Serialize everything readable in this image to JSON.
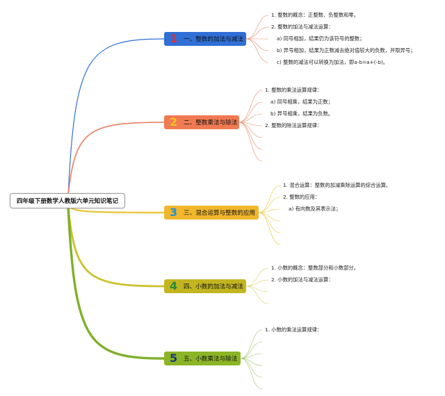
{
  "root": {
    "title": "四年级下册数学人教版六单元知识笔记"
  },
  "colors": {
    "b1": "#2f6fd6",
    "b2": "#f07a52",
    "b3": "#f0b62c",
    "b4": "#c2b520",
    "b5": "#8cb526",
    "w1": "#2f6fd6",
    "w2": "#e8896a",
    "w3": "#e8c83c",
    "w4": "#c9c22a",
    "w5": "#7fb02a",
    "t1": "#e8896a",
    "t2": "#e8896a",
    "t3": "#e8c83c",
    "t4": "#d8d060",
    "t5": "#9cc36a"
  },
  "branches": [
    {
      "number": "1",
      "title": "一、整数的加法与减法",
      "notes": [
        "1. 整数的概念：正整数、负整数和零。",
        "2. 整数的加法与减法运算：",
        "a) 同号相加，结果仍为该符号的整数；",
        "b) 异号相加，结果为正数减去绝对值较大的负数，并取异号；",
        "c) 整数的减法可以转换为加法，即a-b=a+(-b)。"
      ]
    },
    {
      "number": "2",
      "title": "二、整数乘法与除法",
      "notes": [
        "1. 整数的乘法运算规律：",
        "a) 同号相乘，结果为正数；",
        "b) 异号相乘，结果为负数。",
        "2. 整数的除法运算规律："
      ]
    },
    {
      "number": "3",
      "title": "三、混合运算与整数的应用",
      "notes": [
        "1. 混合运算：整数的加减乘除运算的综合运算。",
        "2. 整数的应用：",
        "a) 有向数及其表示法；"
      ]
    },
    {
      "number": "4",
      "title": "四、小数的加法与减法",
      "notes": [
        "1. 小数的概念：整数部分和小数部分。",
        "2. 小数的加法与减法运算："
      ]
    },
    {
      "number": "5",
      "title": "五、小数乘法与除法",
      "notes": [
        "1. 小数的乘法运算规律："
      ]
    }
  ]
}
